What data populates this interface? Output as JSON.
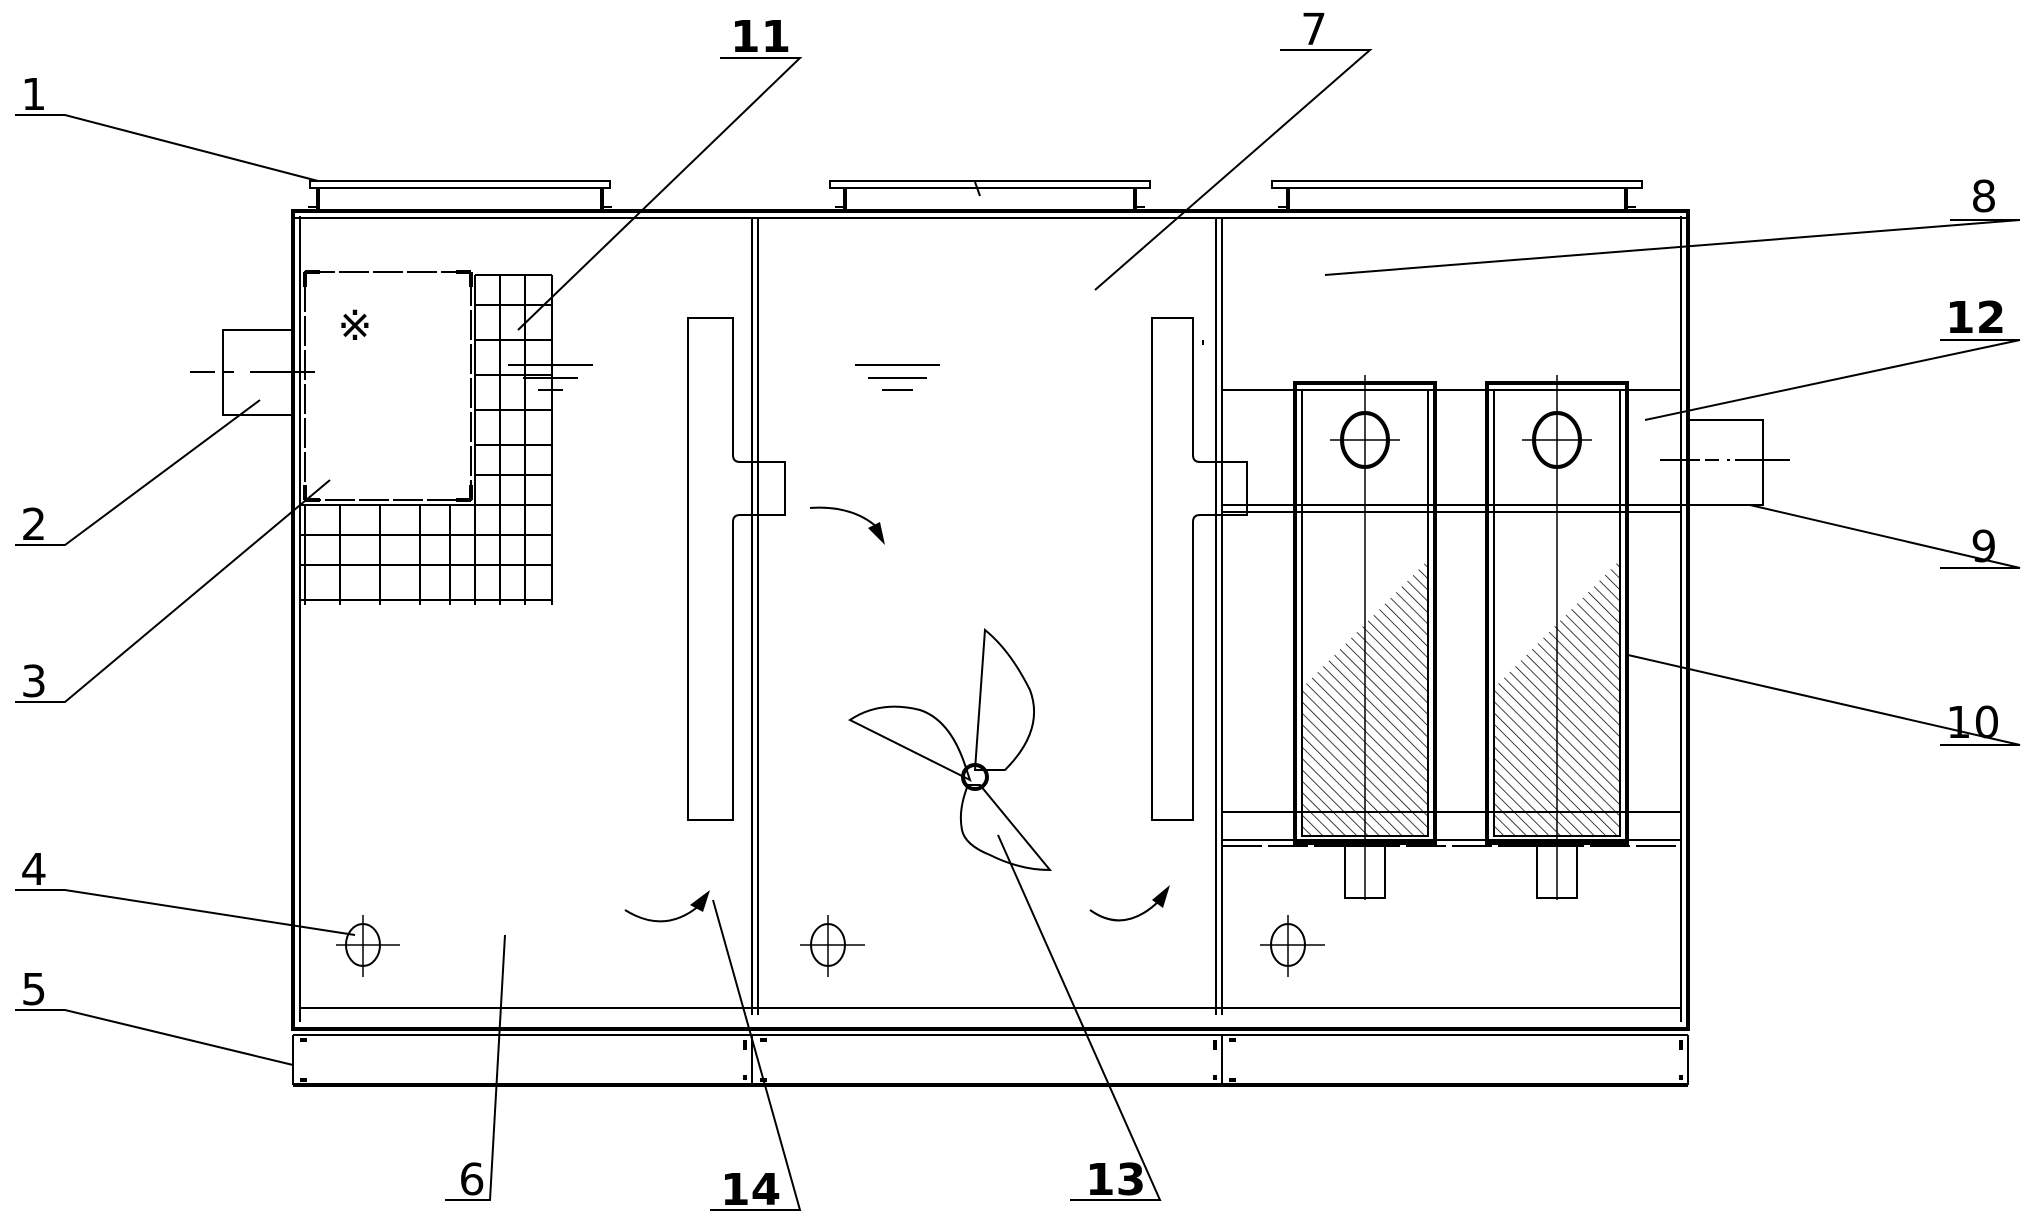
{
  "diagram": {
    "labels": {
      "l1": "1",
      "l2": "2",
      "l3": "3",
      "l4": "4",
      "l5": "5",
      "l6": "6",
      "l7": "7",
      "l8": "8",
      "l9": "9",
      "l10": "10",
      "l11": "11",
      "l12": "12",
      "l13": "13",
      "l14": "14"
    },
    "special_symbol": "※"
  }
}
